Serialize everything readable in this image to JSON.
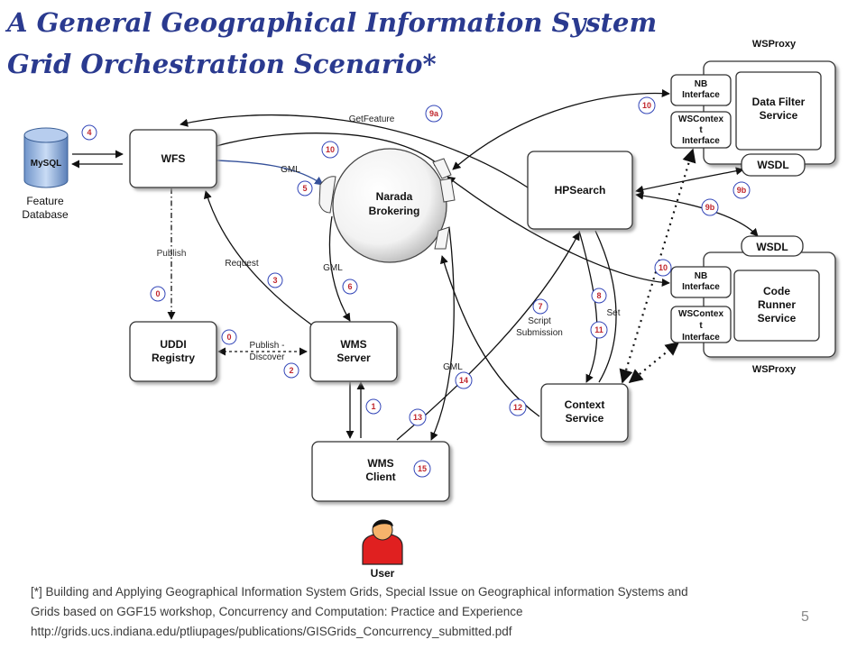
{
  "title_line1": "A General Geographical Information System",
  "title_line2": "Grid Orchestration Scenario*",
  "nodes": {
    "feature_db": [
      "Feature",
      "Database"
    ],
    "mysql": "MySQL",
    "wfs": "WFS",
    "narada": [
      "Narada",
      "Brokering"
    ],
    "hpsearch": "HPSearch",
    "uddi": [
      "UDDI",
      "Registry"
    ],
    "wms_server": [
      "WMS",
      "Server"
    ],
    "wms_client": [
      "WMS",
      "Client"
    ],
    "context": [
      "Context",
      "Service"
    ],
    "user": "User",
    "wsproxy_top": "WSProxy",
    "wsproxy_bottom": "WSProxy",
    "nb_interface_top": [
      "NB",
      "Interface"
    ],
    "wscontext_interface_top": [
      "WSContex",
      "t",
      "Interface"
    ],
    "data_filter": [
      "Data Filter",
      "Service"
    ],
    "wsdl_top": "WSDL",
    "wsdl_bottom": "WSDL",
    "nb_interface_bottom": [
      "NB",
      "Interface"
    ],
    "wscontext_interface_bottom": [
      "WSContex",
      "t",
      "Interface"
    ],
    "code_runner": [
      "Code",
      "Runner",
      "Service"
    ]
  },
  "edge_labels": {
    "getfeature": "GetFeature",
    "gml_wfs": "GML",
    "gml_wms": "GML",
    "gml_client": "GML",
    "publish": "Publish",
    "request": "Request",
    "publish_discover": [
      "Publish -",
      "Discover"
    ],
    "script_submission": [
      "Script",
      "Submission"
    ],
    "set": "Set"
  },
  "badges": {
    "b4": "4",
    "b9a": "9a",
    "b10a": "10",
    "b10b": "10",
    "b5": "5",
    "b9b": "9b",
    "b9b2": "9b",
    "b10c": "10",
    "b0a": "0",
    "b3": "3",
    "b6": "6",
    "b0b": "0",
    "b2": "2",
    "b7": "7",
    "b8": "8",
    "b11": "11",
    "b1": "1",
    "b14": "14",
    "b13": "13",
    "b12": "12",
    "b15": "15"
  },
  "footnote": [
    "[*] Building and Applying Geographical Information System Grids,  Special Issue on Geographical information Systems and",
    "Grids based on GGF15 workshop, Concurrency and Computation: Practice and Experience",
    "http://grids.ucs.indiana.edu/ptliupages/publications/GISGrids_Concurrency_submitted.pdf"
  ],
  "page_number": "5",
  "colors": {
    "title": "#2a3a8f",
    "badge": "#c0262d",
    "badge_ring": "#3346b8",
    "gml_arrow": "#35519a"
  }
}
